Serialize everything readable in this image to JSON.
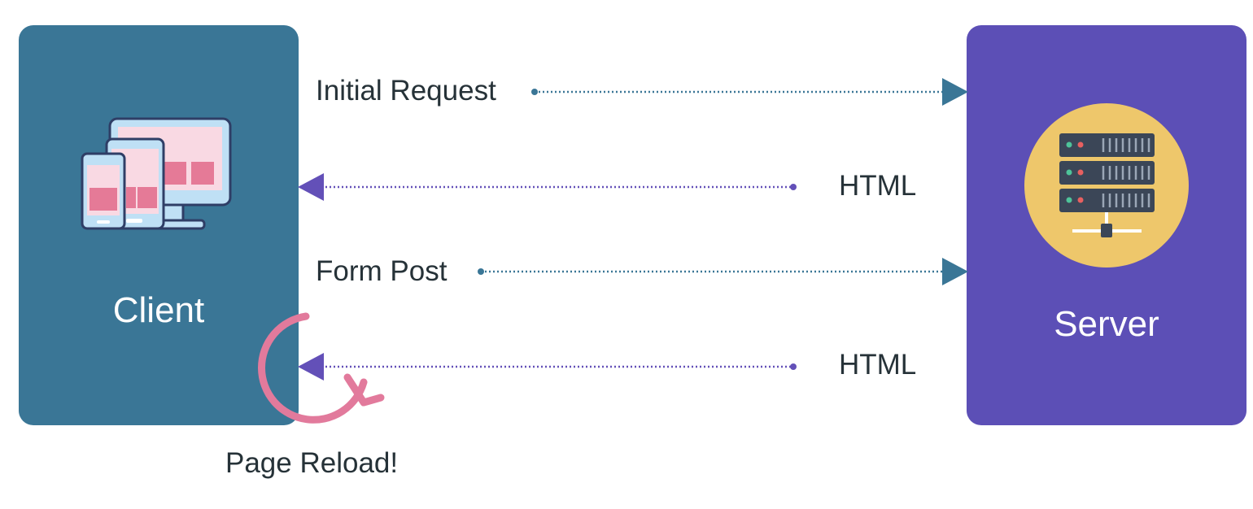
{
  "client": {
    "label": "Client",
    "icon": "devices-icon"
  },
  "server": {
    "label": "Server",
    "icon": "server-rack-icon"
  },
  "messages": [
    {
      "label": "Initial Request",
      "direction": "client-to-server"
    },
    {
      "label": "HTML",
      "direction": "server-to-client"
    },
    {
      "label": "Form Post",
      "direction": "client-to-server"
    },
    {
      "label": "HTML",
      "direction": "server-to-client"
    }
  ],
  "reload": {
    "label": "Page Reload!",
    "icon": "reload-icon"
  },
  "colors": {
    "client": "#3a7696",
    "server": "#5c4fb6",
    "request_arrow": "#3a7696",
    "response_arrow": "#6350b8",
    "reload": "#e27a9c",
    "server_circle": "#eec76b"
  }
}
